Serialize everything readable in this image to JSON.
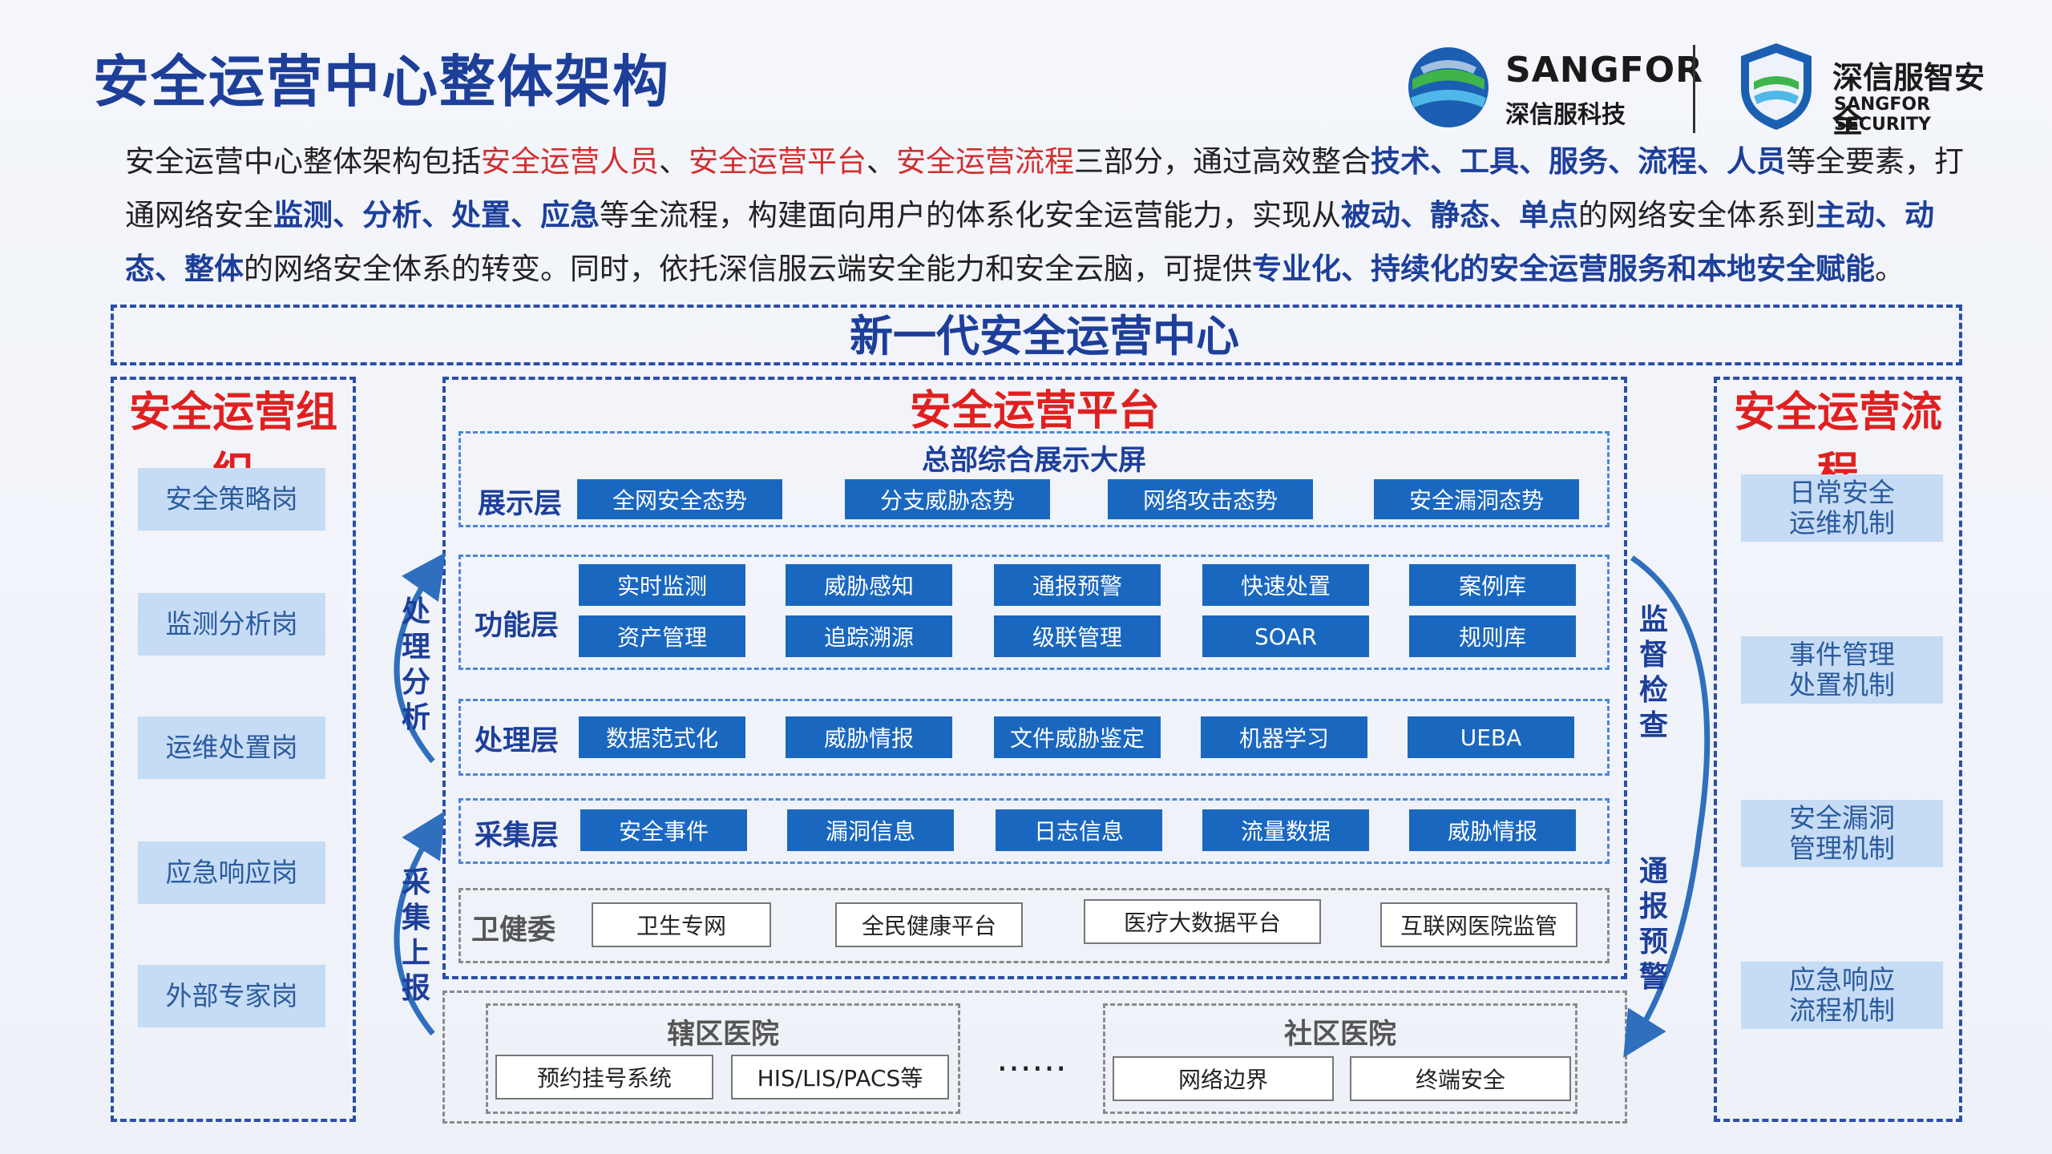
{
  "title": "安全运营中心整体架构",
  "logos": {
    "sangfor_name": "SANGFOR",
    "sangfor_cn": "深信服科技",
    "security_cn": "深信服智安全",
    "security_en": "SANGFOR SECURITY"
  },
  "intro": {
    "segments": [
      {
        "t": "安全运营中心整体架构包括",
        "s": "n"
      },
      {
        "t": "安全运营人员",
        "s": "r"
      },
      {
        "t": "、",
        "s": "n"
      },
      {
        "t": "安全运营平台",
        "s": "r"
      },
      {
        "t": "、",
        "s": "n"
      },
      {
        "t": "安全运营流程",
        "s": "r"
      },
      {
        "t": "三部分，通过高效整合",
        "s": "n"
      },
      {
        "t": "技术、工具、服务、流程、人员",
        "s": "b"
      },
      {
        "t": "等全要素，打通网络安全",
        "s": "n"
      },
      {
        "t": "监测、分析、处置、应急",
        "s": "b"
      },
      {
        "t": "等全流程，构建面向用户的体系化安全运营能力，实现从",
        "s": "n"
      },
      {
        "t": "被动、静态、单点",
        "s": "b"
      },
      {
        "t": "的网络安全体系到",
        "s": "n"
      },
      {
        "t": "主动、动态、整体",
        "s": "b"
      },
      {
        "t": "的网络安全体系的转变。同时，依托深信服云端安全能力和安全云脑，可提供",
        "s": "n"
      },
      {
        "t": "专业化、持续化的安全运营服务和本地安全赋能",
        "s": "b"
      },
      {
        "t": "。",
        "s": "n"
      }
    ]
  },
  "center_title": "新一代安全运营中心",
  "org": {
    "title": "安全运营组织",
    "items": [
      "安全策略岗",
      "监测分析岗",
      "运维处置岗",
      "应急响应岗",
      "外部专家岗"
    ]
  },
  "platform": {
    "title": "安全运营平台",
    "display_header": "总部综合展示大屏",
    "display": {
      "label": "展示层",
      "items": [
        "全网安全态势",
        "分支威胁态势",
        "网络攻击态势",
        "安全漏洞态势"
      ]
    },
    "function": {
      "label": "功能层",
      "row1": [
        "实时监测",
        "威胁感知",
        "通报预警",
        "快速处置",
        "案例库"
      ],
      "row2": [
        "资产管理",
        "追踪溯源",
        "级联管理",
        "SOAR",
        "规则库"
      ]
    },
    "process": {
      "label": "处理层",
      "items": [
        "数据范式化",
        "威胁情报",
        "文件威胁鉴定",
        "机器学习",
        "UEBA"
      ]
    },
    "collect": {
      "label": "采集层",
      "items": [
        "安全事件",
        "漏洞信息",
        "日志信息",
        "流量数据",
        "威胁情报"
      ]
    },
    "health": {
      "label": "卫健委",
      "items": [
        "卫生专网",
        "全民健康平台",
        "医疗大数据平台",
        "互联网医院监管"
      ]
    }
  },
  "bottom": {
    "district": {
      "title": "辖区医院",
      "items": [
        "预约挂号系统",
        "HIS/LIS/PACS等"
      ]
    },
    "ellipsis": "……",
    "community": {
      "title": "社区医院",
      "items": [
        "网络边界",
        "终端安全"
      ]
    }
  },
  "arrows": {
    "left_top": "处理分析",
    "left_bottom": "采集上报",
    "right_top": "监督检查",
    "right_bottom": "通报预警"
  },
  "process_flow": {
    "title": "安全运营流程",
    "items": [
      "日常安全\n运维机制",
      "事件管理\n处置机制",
      "安全漏洞\n管理机制",
      "应急响应\n流程机制"
    ]
  }
}
